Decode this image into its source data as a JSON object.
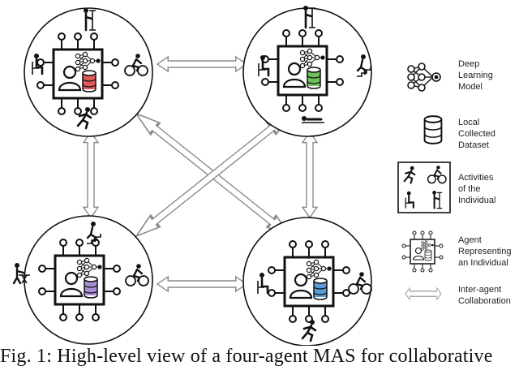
{
  "legend": {
    "deep_learning": [
      "Deep",
      "Learning",
      "Model"
    ],
    "dataset": [
      "Local",
      "Collected",
      "Dataset"
    ],
    "activities": [
      "Activities",
      "of the",
      "Individual"
    ],
    "agent": [
      "Agent",
      "Representing",
      "an Individual"
    ],
    "collab": [
      "Inter-agent",
      "Collaboration"
    ]
  },
  "agents": [
    {
      "id": "top-left",
      "db_color": "#e05a5a"
    },
    {
      "id": "top-right",
      "db_color": "#6fbf5e"
    },
    {
      "id": "bottom-left",
      "db_color": "#a98ed6"
    },
    {
      "id": "bottom-right",
      "db_color": "#5b9bd5"
    }
  ],
  "caption": "Fig. 1: High-level view of a four-agent MAS for collaborative"
}
